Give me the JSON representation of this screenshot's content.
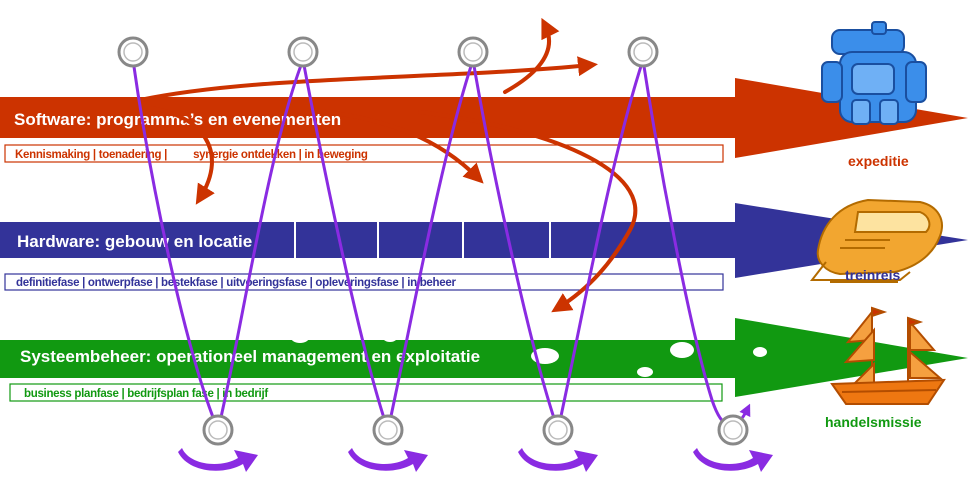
{
  "lanes": {
    "software": {
      "title": "Software: programma’s en evenementen",
      "phases": "Kennismaking | toenadering |         synergie ontdekken | in beweging",
      "color": "#cc3300"
    },
    "hardware": {
      "title": "Hardware: gebouw en locatie",
      "phases": "definitiefase | ontwerpfase | bestekfase | uitvoeringsfase | opleveringsfase | in beheer",
      "color": "#333399"
    },
    "systeembeheer": {
      "title": "Systeembeheer: operationeel management en exploitatie",
      "phases": "business planfase | bedrijfsplan fase | in bedrijf",
      "color": "#119911"
    }
  },
  "themes": {
    "expeditie": {
      "label": "expeditie",
      "icon": "backpack-icon",
      "color": "#3388ee"
    },
    "treinreis": {
      "label": "treinreis",
      "icon": "train-icon",
      "color": "#ee9911"
    },
    "handelsmissie": {
      "label": "handelsmissie",
      "icon": "ship-icon",
      "color": "#ee7711"
    }
  },
  "colors": {
    "spiral": "#8a2be2",
    "feedback": "#cc3300",
    "cycle_arrow": "#8a2be2",
    "ring": "#999999"
  }
}
